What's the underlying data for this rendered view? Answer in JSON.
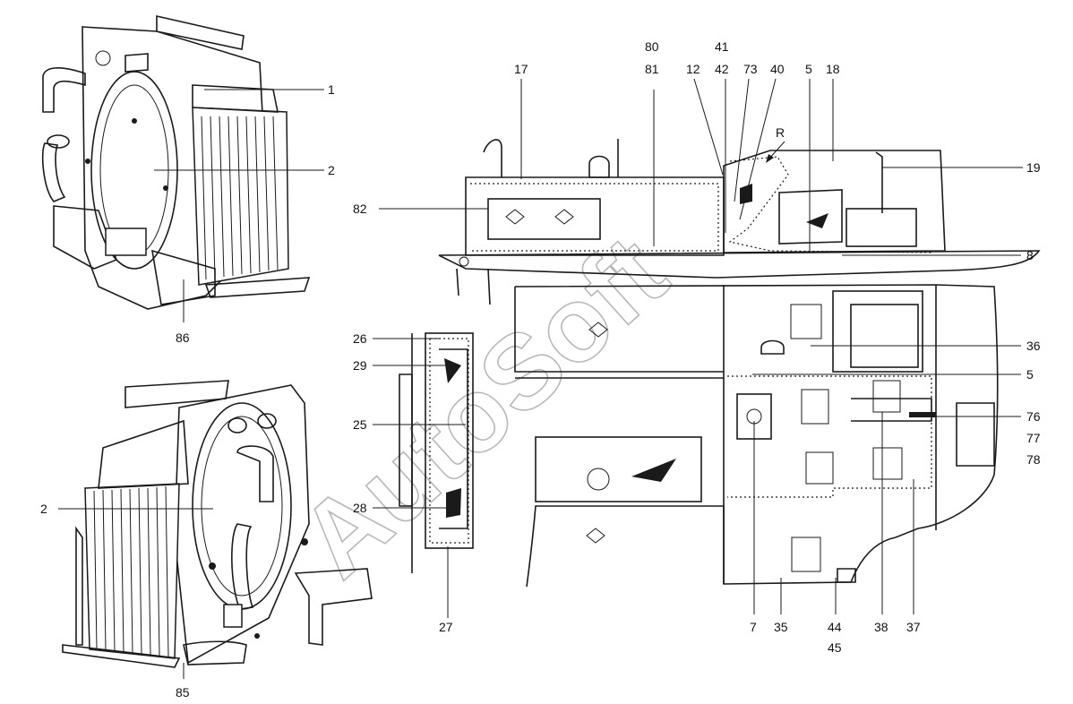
{
  "watermark": "AutoSoft",
  "callouts": {
    "c1": "1",
    "c2a": "2",
    "c86": "86",
    "c2b": "2",
    "c85": "85",
    "c17": "17",
    "c80": "80",
    "c81": "81",
    "c41": "41",
    "c42": "42",
    "c12": "12",
    "c73": "73",
    "c40": "40",
    "c5a": "5",
    "c18": "18",
    "cR": "R",
    "c19": "19",
    "c82": "82",
    "c8": "8",
    "c26": "26",
    "c29": "29",
    "c25": "25",
    "c28": "28",
    "c27": "27",
    "c36": "36",
    "c5b": "5",
    "c76": "76",
    "c77": "77",
    "c78": "78",
    "c7": "7",
    "c35": "35",
    "c44": "44",
    "c45": "45",
    "c38": "38",
    "c37": "37"
  }
}
